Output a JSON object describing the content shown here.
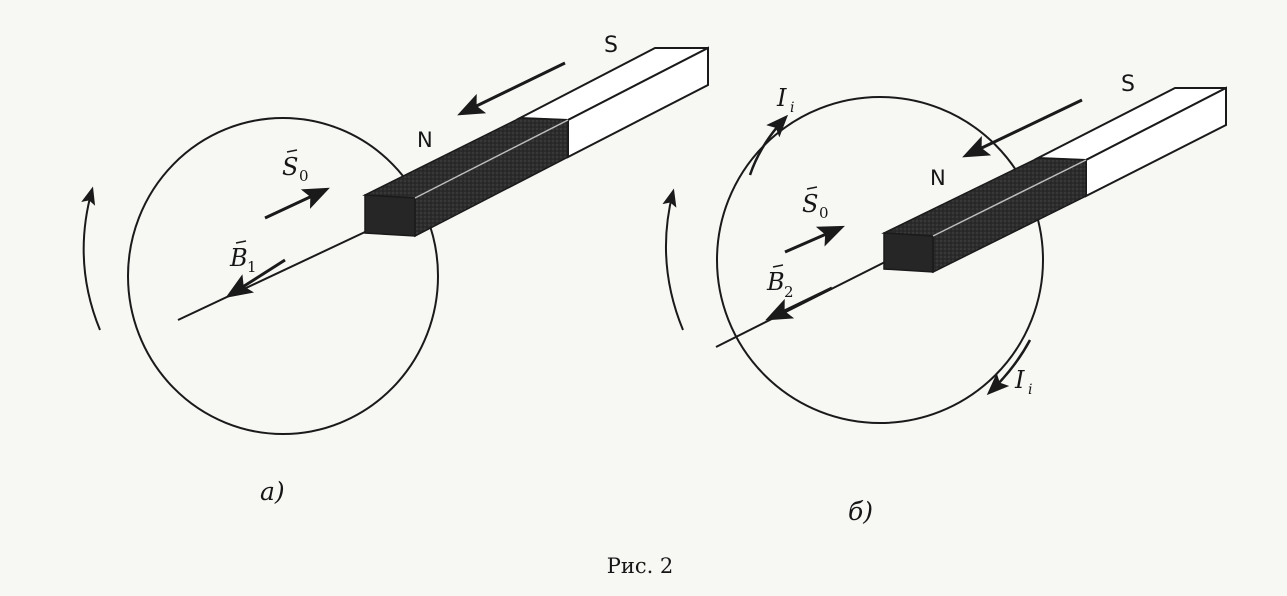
{
  "figure": {
    "caption": "Рис. 2"
  },
  "panel_a": {
    "label": "а)",
    "pole_s": "S",
    "pole_n": "N",
    "spin_vector": "S",
    "spin_subscript": "0",
    "field_vector": "B",
    "field_subscript": "1"
  },
  "panel_b": {
    "label": "б)",
    "pole_s": "S",
    "pole_n": "N",
    "spin_vector": "S",
    "spin_subscript": "0",
    "field_vector": "B",
    "field_subscript": "2",
    "current_top": "I",
    "current_top_subscript": "i",
    "current_bottom": "I",
    "current_bottom_subscript": "i"
  },
  "colors": {
    "ink": "#1a1a1a",
    "magnet_dark": "#2a2a2a",
    "paper": "#f7f7f4"
  }
}
